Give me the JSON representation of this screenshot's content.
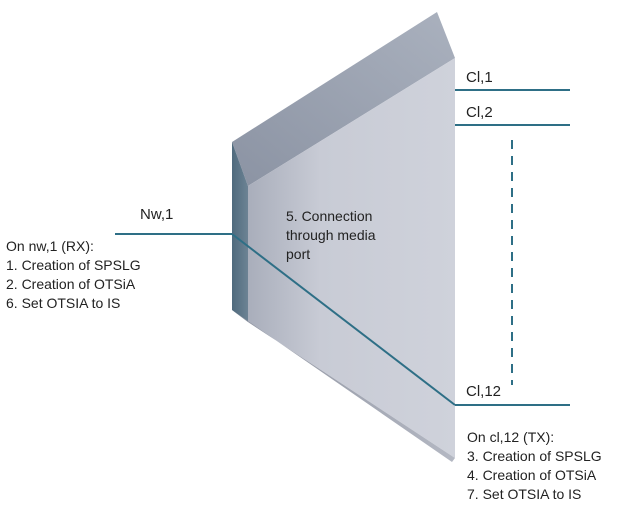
{
  "ports": {
    "nw1": "Nw,1",
    "cl1": "Cl,1",
    "cl2": "Cl,2",
    "cl12": "Cl,12"
  },
  "connection_note": [
    "5. Connection",
    "through media",
    "port"
  ],
  "rx_notes": {
    "title": "On nw,1 (RX):",
    "steps": [
      "1. Creation of SPSLG",
      "2. Creation of OTSiA",
      "6. Set OTSIA to IS"
    ]
  },
  "tx_notes": {
    "title": "On cl,12 (TX):",
    "steps": [
      "3. Creation of SPSLG",
      "4. Creation of OTSiA",
      "7. Set OTSIA to IS"
    ]
  },
  "colors": {
    "line": "#2e6f86",
    "front_face": "#c9ccd6",
    "top_face": "#9ea5b3",
    "side_face": "#5f7687",
    "text": "#222222"
  }
}
